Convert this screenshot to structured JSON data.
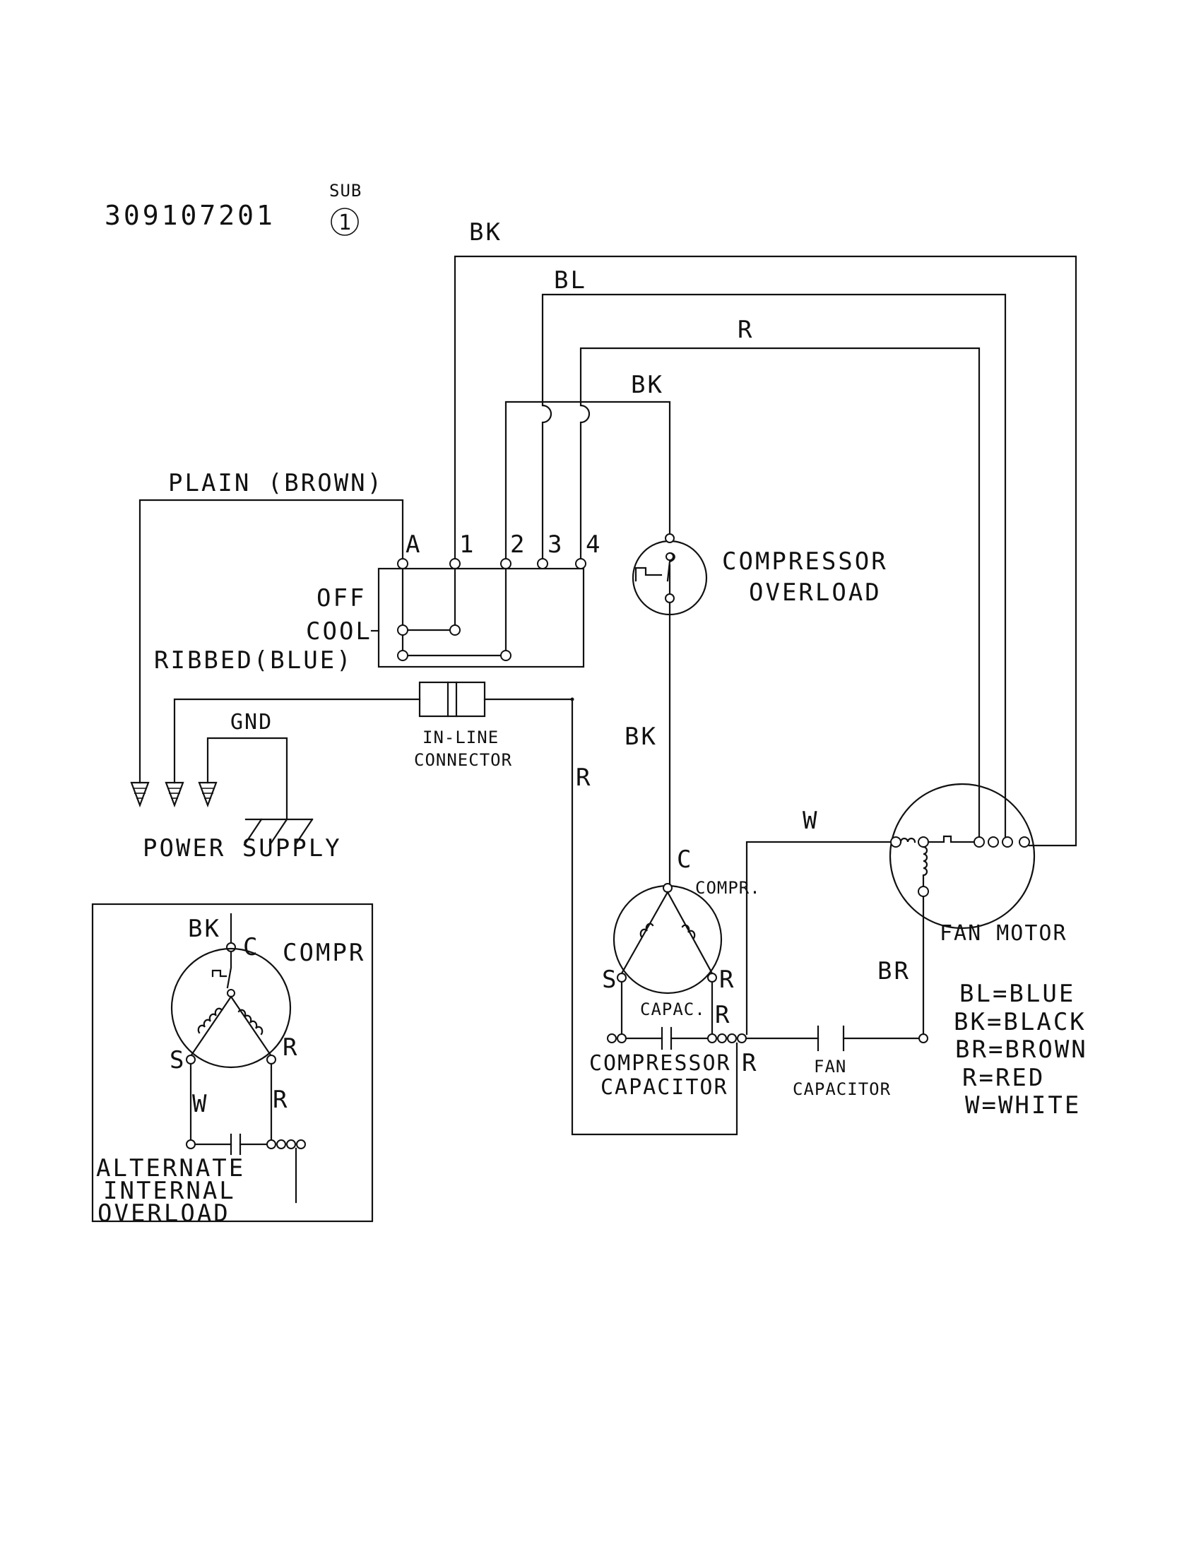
{
  "header": {
    "part_number": "309107201",
    "sub_label": "SUB",
    "sub_number": "1"
  },
  "wires": {
    "top_bk": "BK",
    "bl": "BL",
    "r_top": "R",
    "bk_inner": "BK",
    "bk_vertical": "BK",
    "r_left": "R",
    "w_fan": "W",
    "br_fan": "BR",
    "plain_brown": "PLAIN  (BROWN)",
    "ribbed_blue": "RIBBED(BLUE)",
    "gnd": "GND"
  },
  "switch": {
    "terminals": [
      "A",
      "1",
      "2",
      "3",
      "4"
    ],
    "off_label": "OFF",
    "cool_label": "COOL"
  },
  "inline_connector": {
    "line1": "IN-LINE",
    "line2": "CONNECTOR"
  },
  "power_supply": "POWER SUPPLY",
  "compressor_overload": {
    "line1": "COMPRESSOR",
    "line2": "OVERLOAD"
  },
  "compressor": {
    "c": "C",
    "label": "COMPR.",
    "s": "S",
    "r": "R",
    "capac": "CAPAC.",
    "r_cap": "R",
    "r_below": "R"
  },
  "compressor_capacitor": {
    "line1": "COMPRESSOR",
    "line2": "CAPACITOR"
  },
  "fan_capacitor": {
    "line1": "FAN",
    "line2": "CAPACITOR"
  },
  "fan_motor": "FAN MOTOR",
  "legend": [
    "BL=BLUE",
    "BK=BLACK",
    "BR=BROWN",
    "R=RED",
    "W=WHITE"
  ],
  "alternate": {
    "bk": "BK",
    "c": "C",
    "compr": "COMPR",
    "s": "S",
    "r": "R",
    "w": "W",
    "r2": "R",
    "caption": [
      "ALTERNATE",
      "INTERNAL",
      "OVERLOAD"
    ]
  }
}
